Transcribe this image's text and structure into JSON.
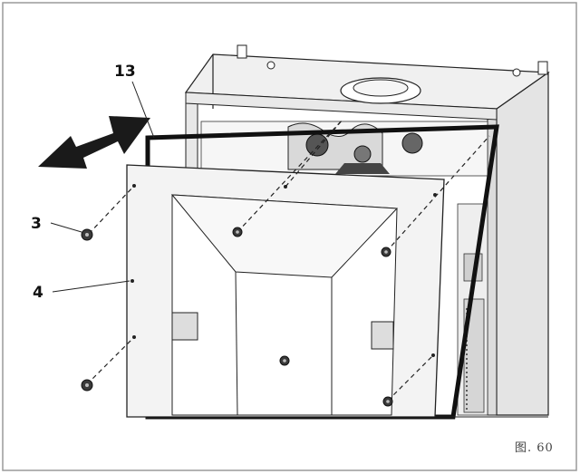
{
  "figure": {
    "label": "图. 60",
    "frame_color": "#9a9a9a",
    "line_color": "#222222",
    "cabinet_side_color": "#e4e4e4",
    "panel_face_color": "#f3f3f3",
    "arrow_color": "#1a1a1a",
    "gasket_color": "#111111"
  },
  "callouts": {
    "gasket": "13",
    "screw": "3",
    "front_panel": "4"
  },
  "parts": {
    "arrow_icon": "direction-arrow-icon",
    "screw_icon": "screw-icon",
    "flue_icon": "flue-outlet-icon"
  }
}
